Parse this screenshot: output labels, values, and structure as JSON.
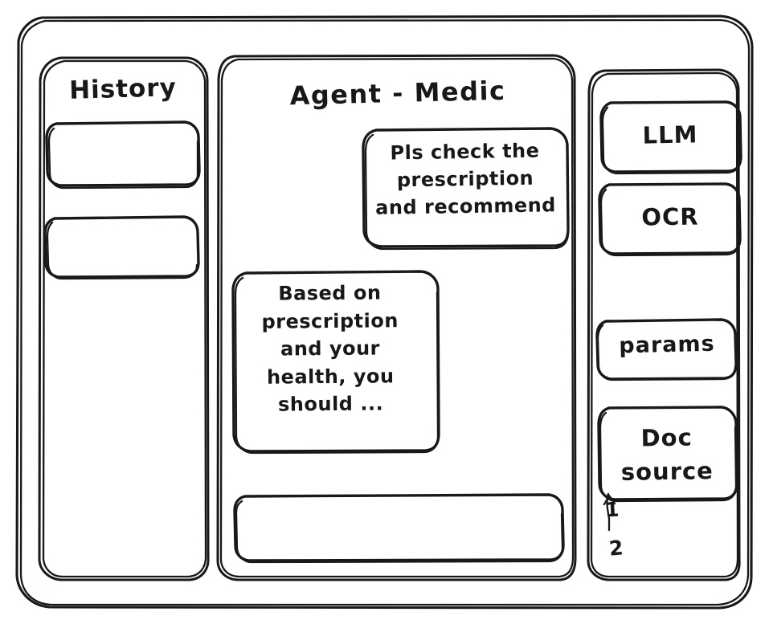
{
  "window": {
    "frame_name": "app-window"
  },
  "sidebar": {
    "title": "History",
    "items": [
      {
        "label": ""
      },
      {
        "label": ""
      }
    ]
  },
  "main": {
    "title": "Agent - Medic",
    "messages": [
      {
        "role": "user",
        "text": "Pls check the\nprescription\nand recommend"
      },
      {
        "role": "assistant",
        "text": "Based on\nprescription\nand your\nhealth, you\nshould ..."
      }
    ],
    "composer": {
      "value": "",
      "placeholder": ""
    }
  },
  "tools": {
    "items": [
      {
        "label": "LLM"
      },
      {
        "label": "OCR"
      },
      {
        "label": "params"
      },
      {
        "label": "Doc\nsource"
      }
    ],
    "sources": [
      "1",
      "2"
    ]
  },
  "colors": {
    "ink": "#18191b",
    "paper": "#ffffff"
  }
}
